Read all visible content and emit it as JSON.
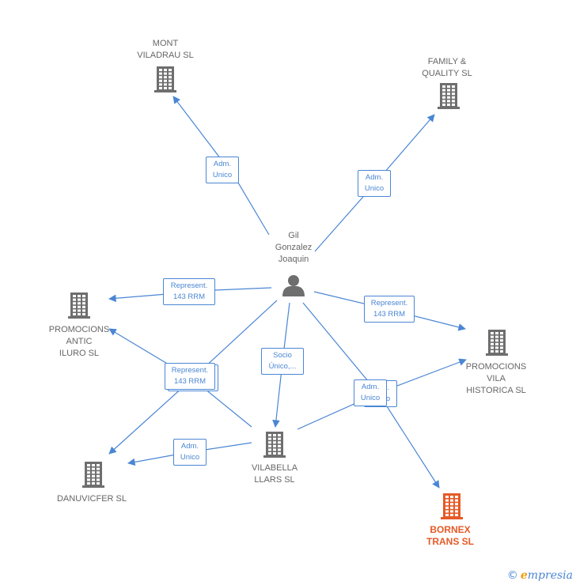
{
  "colors": {
    "edge": "#4a86d4",
    "company": "#6e6e6e",
    "main": "#e55a27",
    "text": "#666666"
  },
  "person": {
    "id": "person",
    "label": "Gil\nGonzalez\nJoaquin",
    "icon": "person-icon"
  },
  "nodes": [
    {
      "id": "mont",
      "label": "MONT\nVILADRAU SL",
      "icon": "building-icon",
      "main": false
    },
    {
      "id": "family",
      "label": "FAMILY &\nQUALITY SL",
      "icon": "building-icon",
      "main": false
    },
    {
      "id": "antic",
      "label": "PROMOCIONS\nANTIC\nILURO SL",
      "icon": "building-icon",
      "main": false
    },
    {
      "id": "vila",
      "label": "PROMOCIONS\nVILA\nHISTORICA SL",
      "icon": "building-icon",
      "main": false
    },
    {
      "id": "vilabella",
      "label": "VILABELLA\nLLARS SL",
      "icon": "building-icon",
      "main": false
    },
    {
      "id": "danuvicfer",
      "label": "DANUVICFER SL",
      "icon": "building-icon",
      "main": false
    },
    {
      "id": "bornex",
      "label": "BORNEX\nTRANS SL",
      "icon": "building-icon",
      "main": true
    }
  ],
  "edges": [
    {
      "from": "person",
      "to": "mont",
      "label": "Adm.\nUnico"
    },
    {
      "from": "person",
      "to": "family",
      "label": "Adm.\nUnico"
    },
    {
      "from": "person",
      "to": "antic",
      "label": "Represent.\n143 RRM"
    },
    {
      "from": "person",
      "to": "vila",
      "label": "Represent.\n143 RRM"
    },
    {
      "from": "person",
      "to": "vilabella",
      "label": "Socio\nÚnico,..."
    },
    {
      "from": "person",
      "to": "bornex",
      "label": "Adm.\nUnico"
    },
    {
      "from": "vilabella",
      "to": "antic",
      "label": "Represent.\n143 RRM"
    },
    {
      "from": "person",
      "to": "danuvicfer",
      "label": "Represent.\n143 RRM"
    },
    {
      "from": "vilabella",
      "to": "danuvicfer",
      "label": "Adm.\nUnico"
    },
    {
      "from": "vilabella",
      "to": "vila",
      "label": "Adm.\nUnico"
    }
  ],
  "brand": {
    "copyright": "©",
    "first_letter": "e",
    "rest": "mpresia"
  }
}
